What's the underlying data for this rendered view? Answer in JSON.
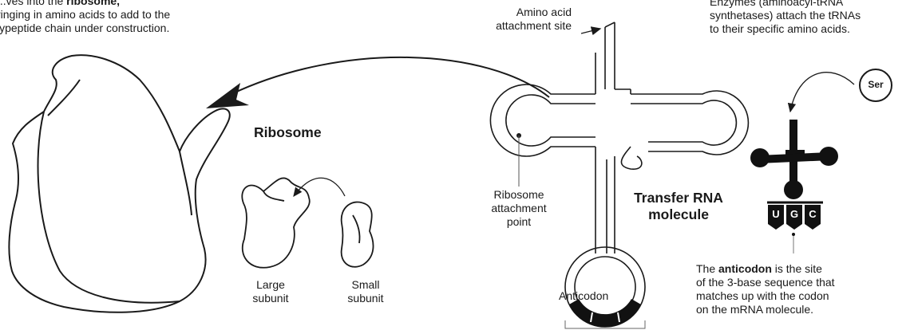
{
  "top_left_caption": {
    "line1_start": "...ves into the ",
    "line1_bold": "ribosome,",
    "line2": "ringing in amino acids to add to the",
    "line3": "lypeptide chain under construction."
  },
  "labels": {
    "ribosome": "Ribosome",
    "large_subunit": "Large\nsubunit",
    "small_subunit": "Small\nsubunit",
    "amino_acid_site": "Amino acid\nattachment site",
    "ribosome_attachment": "Ribosome\nattachment\npoint",
    "transfer_rna": "Transfer RNA\nmolecule",
    "anticodon": "Anticodon",
    "serine": "Ser",
    "codon_letters": [
      "U",
      "G",
      "C"
    ]
  },
  "enzyme_caption": {
    "line1": "Enzymes (aminoacyl-tRNA",
    "line2": "synthetases) attach the tRNAs",
    "line3": "to their specific amino acids."
  },
  "anticodon_caption": {
    "pre": "The ",
    "bold": "anticodon",
    "post": " is the site",
    "line2": "of the 3-base sequence that",
    "line3": "matches up with the codon",
    "line4": "on the mRNA molecule."
  }
}
